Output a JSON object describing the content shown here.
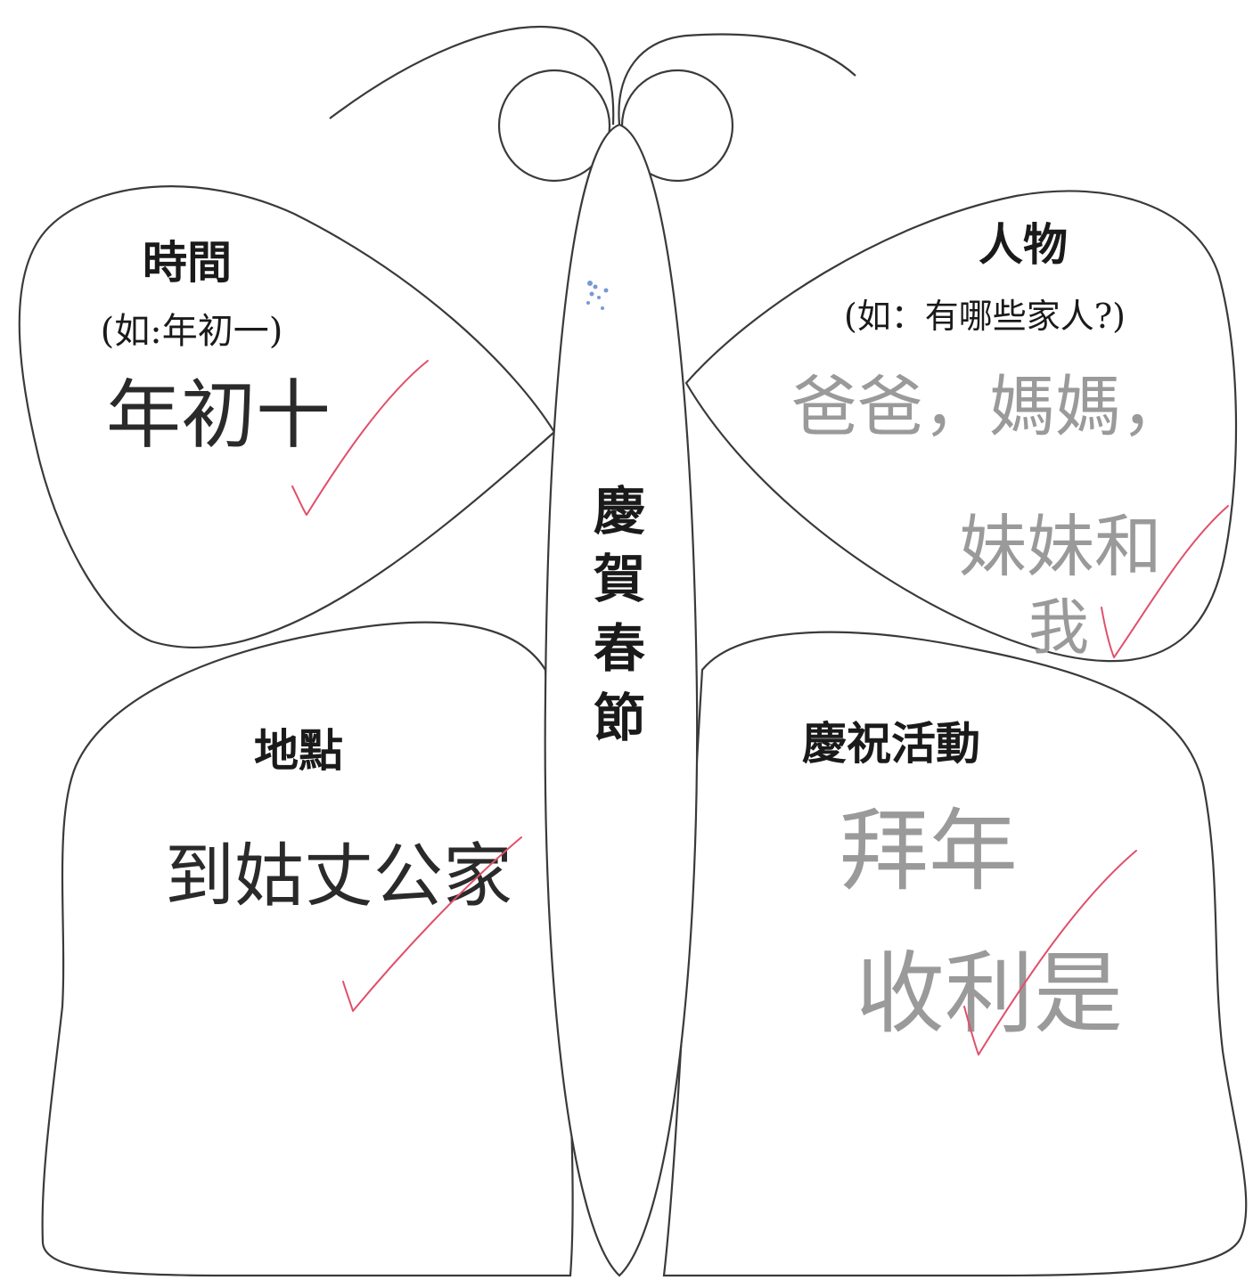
{
  "colors": {
    "outline": "#3a3a3a",
    "check_mark": "#e0506a",
    "answer_dark": "#2a2a2a",
    "answer_light": "#9a9a9a",
    "stamp_blue": "#4a78c8"
  },
  "worksheet": {
    "title_chars": [
      "慶",
      "賀",
      "春",
      "節"
    ],
    "sections": {
      "time": {
        "label": "時間",
        "hint": "(如:年初一)",
        "answer_lines": [
          "年初十"
        ]
      },
      "people": {
        "label": "人物",
        "hint": "(如：有哪些家人?)",
        "answer_lines": [
          "爸爸，媽媽，",
          "妹妹和",
          "我"
        ]
      },
      "place": {
        "label": "地點",
        "hint": "",
        "answer_lines": [
          "到姑丈公家"
        ]
      },
      "activities": {
        "label": "慶祝活動",
        "hint": "",
        "answer_lines": [
          "拜年",
          "收利是"
        ]
      }
    },
    "marks": {
      "check_icon": "red-check-icon",
      "stamp_icon": "blue-stamp-icon"
    }
  }
}
